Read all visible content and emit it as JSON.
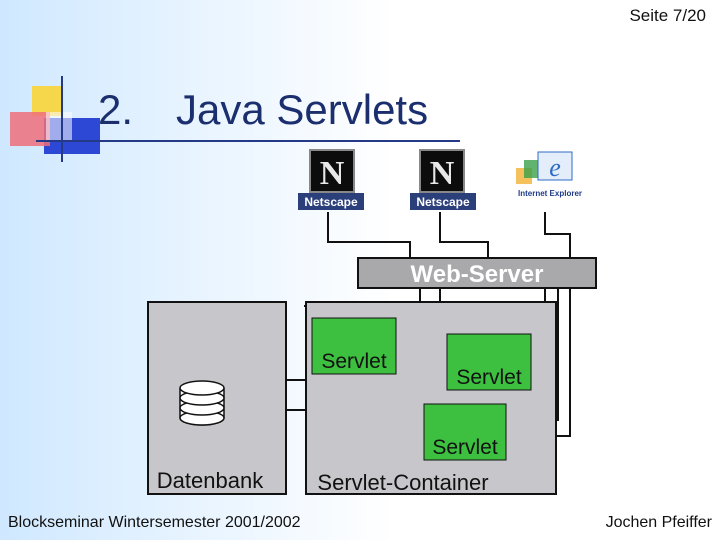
{
  "header": {
    "page_number": "Seite 7/20"
  },
  "title": {
    "number": "2.",
    "text": "Java Servlets"
  },
  "browsers": [
    {
      "label": "Netscape",
      "icon": "netscape-icon"
    },
    {
      "label": "Netscape",
      "icon": "netscape-icon"
    },
    {
      "label": "Internet Explorer",
      "icon": "internet-explorer-icon"
    }
  ],
  "web_server": {
    "label": "Web-Server"
  },
  "database": {
    "label": "Datenbank"
  },
  "container": {
    "label": "Servlet-Container",
    "servlets": [
      "Servlet",
      "Servlet",
      "Servlet"
    ]
  },
  "footer": {
    "left": "Blockseminar Wintersemester 2001/2002",
    "right": "Jochen Pfeiffer"
  },
  "colors": {
    "title": "#1b2f6e",
    "servlet_green": "#3dbf40",
    "box_gray": "#c7c7cb",
    "web_server_gray": "#a9a9ab"
  }
}
